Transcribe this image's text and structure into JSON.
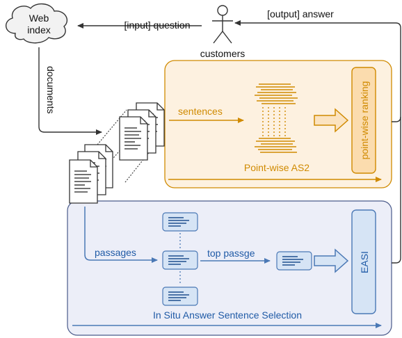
{
  "nodes": {
    "web_index_line1": "Web",
    "web_index_line2": "index",
    "customers": "customers",
    "point_wise_ranking": "point-wise ranking",
    "easi": "EASI"
  },
  "edges": {
    "input_question": "[input] question",
    "output_answer": "[output] answer",
    "documents": "documents",
    "sentences": "sentences",
    "passages": "passages",
    "top_passage": "top passge"
  },
  "panels": {
    "as2_title": "Point-wise AS2",
    "easi_title": "In Situ Answer Sentence Selection"
  },
  "colors": {
    "orange": "#d08a00",
    "orange_fill": "#fdf1e0",
    "blue": "#4a78b5",
    "blue_fill": "#eceef8",
    "easi_fill": "#d6e4f5"
  }
}
